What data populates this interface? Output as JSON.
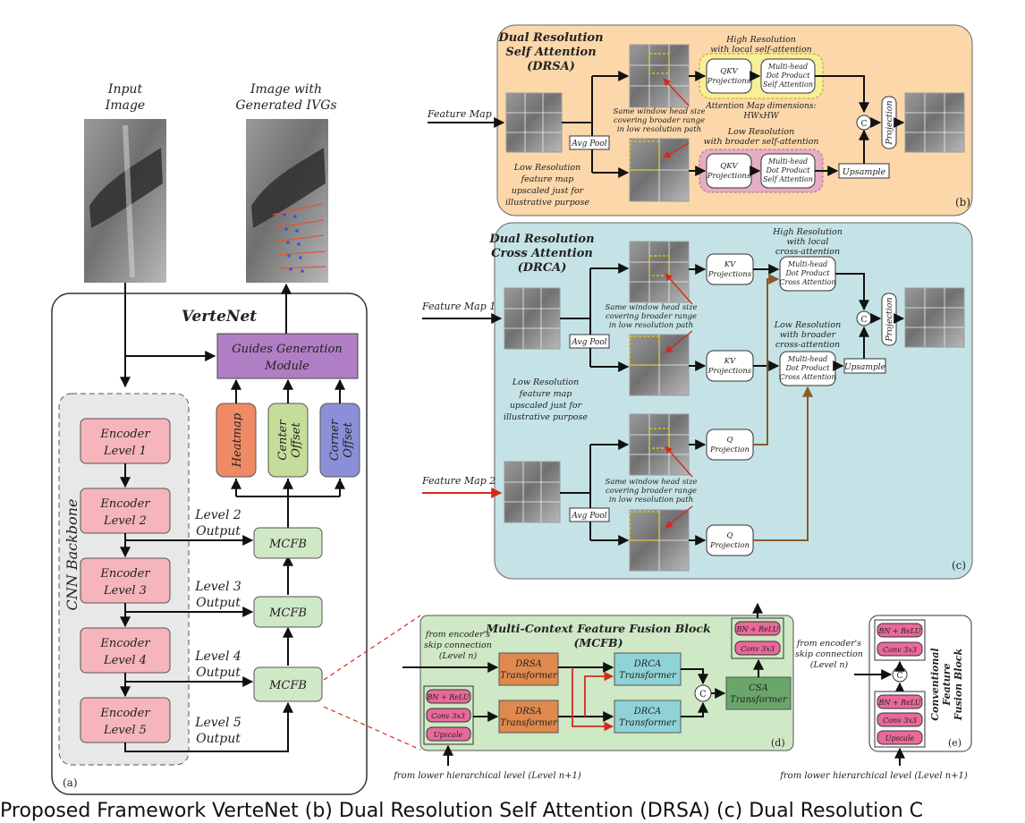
{
  "a": {
    "input_image": [
      "Input",
      "Image"
    ],
    "output_image": [
      "Image with",
      "Generated IVGs"
    ],
    "title": "VerteNet",
    "guides": [
      "Guides Generation",
      "Module"
    ],
    "heads": [
      [
        "Heatmap"
      ],
      [
        "Center",
        "Offset"
      ],
      [
        "Corner",
        "Offset"
      ]
    ],
    "backbone": "CNN Backbone",
    "encoders": [
      [
        "Encoder",
        "Level 1"
      ],
      [
        "Encoder",
        "Level 2"
      ],
      [
        "Encoder",
        "Level 3"
      ],
      [
        "Encoder",
        "Level 4"
      ],
      [
        "Encoder",
        "Level 5"
      ]
    ],
    "level_outputs": [
      [
        "Level 2",
        "Output"
      ],
      [
        "Level 3",
        "Output"
      ],
      [
        "Level 4",
        "Output"
      ],
      [
        "Level 5",
        "Output"
      ]
    ],
    "mcfb": "MCFB",
    "panel_label": "(a)"
  },
  "b": {
    "title": [
      "Dual Resolution",
      "Self Attention",
      "(DRSA)"
    ],
    "feature_map": "Feature Map",
    "avg_pool": "Avg Pool",
    "window_note": [
      "Same window head size",
      "covering broader range",
      "in low resolution path"
    ],
    "high_res": [
      "High Resolution",
      "with local self-attention"
    ],
    "attn_dims": [
      "Attention Map dimensions:",
      "HWxHW"
    ],
    "low_res": [
      "Low Resolution",
      "with broader self-attention"
    ],
    "qkv": [
      "QKV",
      "Projections"
    ],
    "mhsa": [
      "Multi-head",
      "Dot Product",
      "Self Attention"
    ],
    "upsample": "Upsample",
    "projection": "Projection",
    "concat": "C",
    "low_res_note": [
      "Low Resolution",
      "feature map",
      "upscaled just for",
      "illustrative purpose"
    ],
    "panel_label": "(b)"
  },
  "c": {
    "title": [
      "Dual Resolution",
      "Cross Attention",
      "(DRCA)"
    ],
    "feature_map_1": "Feature Map 1",
    "feature_map_2": "Feature Map 2",
    "avg_pool": "Avg Pool",
    "window_note": [
      "Same window head size",
      "covering broader range",
      "in low resolution path"
    ],
    "high_res": [
      "High Resolution",
      "with local",
      "cross-attention"
    ],
    "low_res": [
      "Low Resolution",
      "with broader",
      "cross-attention"
    ],
    "kv": [
      "KV",
      "Projections"
    ],
    "q": [
      "Q",
      "Projection"
    ],
    "mhca": [
      "Multi-head",
      "Dot Product",
      "Cross Attention"
    ],
    "upsample": "Upsample",
    "projection": "Projection",
    "concat": "C",
    "low_res_note": [
      "Low Resolution",
      "feature map",
      "upscaled just for",
      "illustrative purpose"
    ],
    "panel_label": "(c)"
  },
  "d": {
    "title": [
      "Multi-Context Feature Fusion Block",
      "(MCFB)"
    ],
    "skip": [
      "from encoder's",
      "skip connection",
      "(Level n)"
    ],
    "drsa": [
      "DRSA",
      "Transformer"
    ],
    "drca": [
      "DRCA",
      "Transformer"
    ],
    "csa": [
      "CSA",
      "Transformer"
    ],
    "bn_relu": "BN + ReLU",
    "conv": "Conv 3x3",
    "upscale": "Upscale",
    "concat": "C",
    "lower": "from lower hierarchical level (Level n+1)",
    "panel_label": "(d)"
  },
  "e": {
    "title": [
      "Conventional",
      "Feature",
      "Fusion Block"
    ],
    "skip": [
      "from encoder's",
      "skip connection",
      "(Level n)"
    ],
    "bn_relu": "BN + ReLU",
    "conv": "Conv 3x3",
    "upscale": "Upscale",
    "concat": "C",
    "lower": "from lower hierarchical level (Level n+1)",
    "panel_label": "(e)"
  },
  "caption": "Proposed Framework VerteNet (b) Dual Resolution Self Attention (DRSA) (c) Dual Resolution C",
  "colors": {
    "encoder": "#f5b5bb",
    "mcfb": "#cfe8c5",
    "guides": "#b07ec4",
    "heatmap": "#ef8a66",
    "center": "#c5dd9a",
    "corner": "#8b8fd8",
    "drsa_bg": "#fbd7aa",
    "drca_bg": "#c5e3e6",
    "transformer_orange": "#e0894f",
    "transformer_teal": "#8fd3d6",
    "csa_green": "#6aa66a",
    "pink": "#e8699a",
    "arrow_red": "#d42a1e",
    "arrow_brown": "#8a5a2a"
  }
}
